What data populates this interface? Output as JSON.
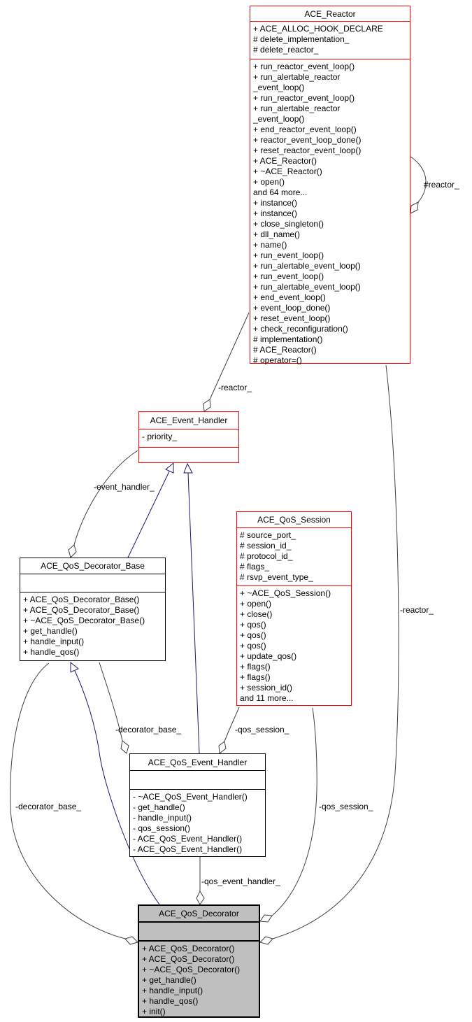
{
  "diagram": {
    "title": "ACE_QoS_Decorator collaboration diagram",
    "colors": {
      "truncated_class_border": "#ff0000",
      "full_class_border": "#000000",
      "selected_class_fill": "#bfbfbf",
      "inheritance_edge": "#191970",
      "member_edge": "#404040"
    },
    "classes": {
      "ace_reactor": {
        "name": "ACE_Reactor",
        "attributes": [
          "+ ACE_ALLOC_HOOK_DECLARE",
          "# delete_implementation_",
          "# delete_reactor_"
        ],
        "methods": [
          "+ run_reactor_event_loop()",
          "+ run_alertable_reactor",
          "_event_loop()",
          "+ run_reactor_event_loop()",
          "+ run_alertable_reactor",
          "_event_loop()",
          "+ end_reactor_event_loop()",
          "+ reactor_event_loop_done()",
          "+ reset_reactor_event_loop()",
          "+ ACE_Reactor()",
          "+ ~ACE_Reactor()",
          "+ open()",
          "and 64 more...",
          "+ instance()",
          "+ instance()",
          "+ close_singleton()",
          "+ dll_name()",
          "+ name()",
          "+ run_event_loop()",
          "+ run_alertable_event_loop()",
          "+ run_event_loop()",
          "+ run_alertable_event_loop()",
          "+ end_event_loop()",
          "+ event_loop_done()",
          "+ reset_event_loop()",
          "+ check_reconfiguration()",
          "# implementation()",
          "# ACE_Reactor()",
          "# operator=()"
        ]
      },
      "ace_event_handler": {
        "name": "ACE_Event_Handler",
        "attributes": [
          "- priority_"
        ],
        "methods": []
      },
      "ace_qos_decorator_base": {
        "name": "ACE_QoS_Decorator_Base",
        "attributes": [],
        "methods": [
          "+ ACE_QoS_Decorator_Base()",
          "+ ACE_QoS_Decorator_Base()",
          "+ ~ACE_QoS_Decorator_Base()",
          "+ get_handle()",
          "+ handle_input()",
          "+ handle_qos()"
        ]
      },
      "ace_qos_session": {
        "name": "ACE_QoS_Session",
        "attributes": [
          "# source_port_",
          "# session_id_",
          "# protocol_id_",
          "# flags_",
          "# rsvp_event_type_"
        ],
        "methods": [
          "+ ~ACE_QoS_Session()",
          "+ open()",
          "+ close()",
          "+ qos()",
          "+ qos()",
          "+ qos()",
          "+ update_qos()",
          "+ flags()",
          "+ flags()",
          "+ session_id()",
          "and 11 more..."
        ]
      },
      "ace_qos_event_handler": {
        "name": "ACE_QoS_Event_Handler",
        "attributes": [],
        "methods": [
          "- ~ACE_QoS_Event_Handler()",
          "- get_handle()",
          "- handle_input()",
          "- qos_session()",
          "- ACE_QoS_Event_Handler()",
          "- ACE_QoS_Event_Handler()"
        ]
      },
      "ace_qos_decorator": {
        "name": "ACE_QoS_Decorator",
        "attributes": [],
        "methods": [
          "+ ACE_QoS_Decorator()",
          "+ ACE_QoS_Decorator()",
          "+ ~ACE_QoS_Decorator()",
          "+ get_handle()",
          "+ handle_input()",
          "+ handle_qos()",
          "+ init()"
        ]
      }
    },
    "edge_labels": {
      "reactor_top": "-reactor_",
      "reactor_self": "#reactor_",
      "event_handler": "-event_handler_",
      "decorator_base_mid": "-decorator_base_",
      "qos_session_mid": "-qos_session_",
      "decorator_base_left": "-decorator_base_",
      "qos_session_right": "-qos_session_",
      "qos_event_handler": "-qos_event_handler_",
      "reactor_right": "-reactor_"
    }
  }
}
